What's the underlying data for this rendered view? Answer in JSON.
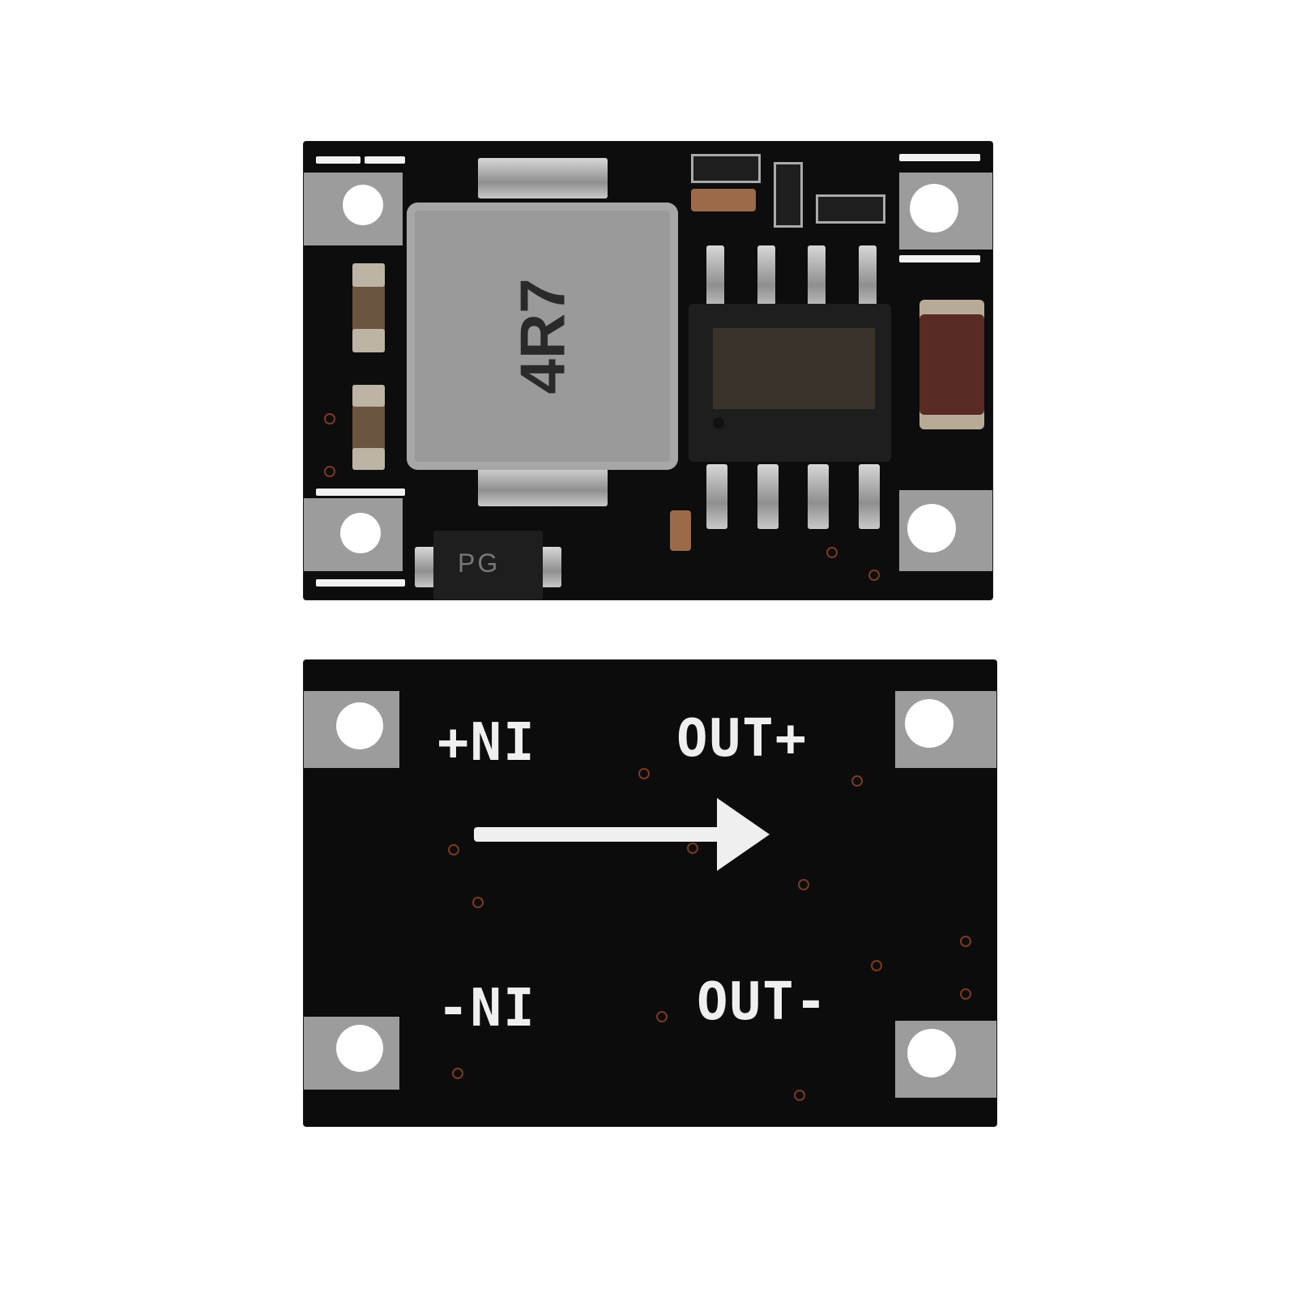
{
  "scene": {
    "description": "Product photo of a mini DC-DC buck converter PCB module shown front (top) and back (bottom)",
    "background_color": "#ffffff",
    "pcb_color": "#0d0d0e",
    "silkscreen_color": "#efefef"
  },
  "front_board": {
    "inductor_marking": "4R7",
    "diode_marking": "PG",
    "inductor_color": "#9a9a9a",
    "ic_color": "#1e1e1e",
    "tantalum_cap_color": "#5a2a24"
  },
  "back_board": {
    "labels": {
      "in_plus": "+NI",
      "out_plus": "OUT+",
      "in_minus": "-NI",
      "out_minus": "OUT-"
    },
    "arrow_direction": "right"
  }
}
